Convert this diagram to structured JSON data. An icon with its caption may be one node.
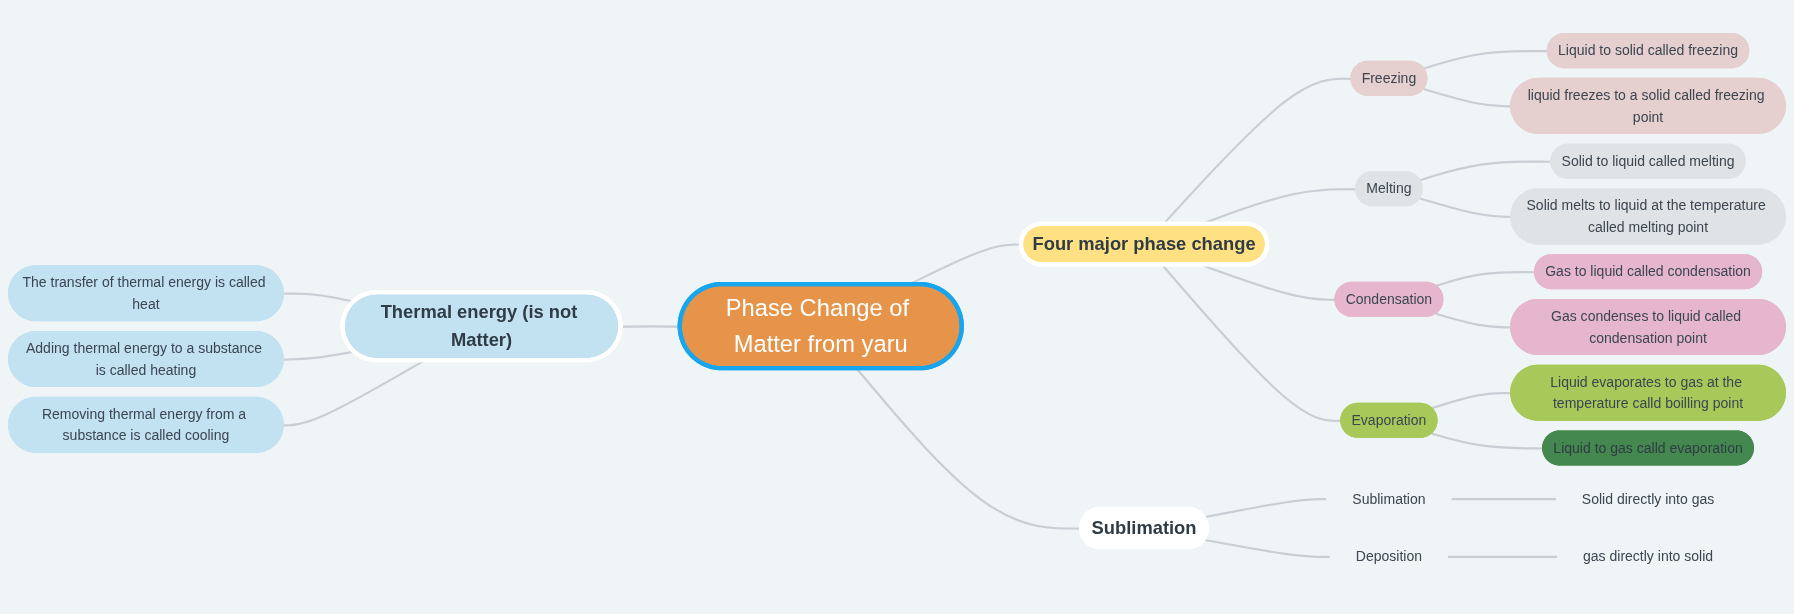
{
  "diagram": {
    "nodes": [
      {
        "text": [
          "Phase Change of Matter from yaru"
        ]
      },
      {
        "text": [
          "Thermal energy (is not Matter)"
        ]
      },
      {
        "text": [
          "The transfer of thermal energy is called heat"
        ]
      },
      {
        "text": [
          "Adding thermal energy to a substance is called heating"
        ]
      },
      {
        "text": [
          "Removing thermal energy from a substance is called cooling"
        ]
      },
      {
        "text": [
          "Four major phase change"
        ]
      },
      {
        "text": [
          "Freezing"
        ]
      },
      {
        "text": [
          "Liquid to solid called freezing"
        ]
      },
      {
        "text": [
          "liquid freezes to a solid called freezing point"
        ]
      },
      {
        "text": [
          "Melting"
        ]
      },
      {
        "text": [
          "Solid to liquid called melting"
        ]
      },
      {
        "text": [
          "Solid melts to liquid at the temperature called melting point"
        ]
      },
      {
        "text": [
          "Condensation"
        ]
      },
      {
        "text": [
          "Gas to liquid called condensation"
        ]
      },
      {
        "text": [
          "Gas condenses to liquid called condensation point"
        ]
      },
      {
        "text": [
          "Evaporation"
        ]
      },
      {
        "text": [
          "Liquid evaporates to gas at the temperature calld boilling point"
        ]
      },
      {
        "text": [
          "Liquid to gas calld evaporation"
        ]
      },
      {
        "text": [
          "Sublimation"
        ]
      },
      {
        "text": [
          "Sublimation"
        ]
      },
      {
        "text": [
          "Solid directly into gas"
        ]
      },
      {
        "text": [
          "Deposition"
        ]
      },
      {
        "text": [
          "gas directly into solid"
        ]
      }
    ],
    "edges": [
      {
        "from": 2,
        "to": 1,
        "arrow": "none"
      },
      {
        "from": 3,
        "to": 1,
        "arrow": "none"
      },
      {
        "from": 4,
        "to": 1,
        "arrow": "none"
      },
      {
        "from": 1,
        "to": 0,
        "arrow": "none"
      },
      {
        "from": 0,
        "to": 5,
        "arrow": "none"
      },
      {
        "from": 5,
        "to": 6,
        "arrow": "none"
      },
      {
        "from": 6,
        "to": 7,
        "arrow": "none"
      },
      {
        "from": 6,
        "to": 8,
        "arrow": "none"
      },
      {
        "from": 5,
        "to": 9,
        "arrow": "none"
      },
      {
        "from": 9,
        "to": 10,
        "arrow": "none"
      },
      {
        "from": 9,
        "to": 11,
        "arrow": "none"
      },
      {
        "from": 5,
        "to": 12,
        "arrow": "none"
      },
      {
        "from": 12,
        "to": 13,
        "arrow": "none"
      },
      {
        "from": 12,
        "to": 14,
        "arrow": "none"
      },
      {
        "from": 5,
        "to": 15,
        "arrow": "none"
      },
      {
        "from": 15,
        "to": 16,
        "arrow": "none"
      },
      {
        "from": 15,
        "to": 17,
        "arrow": "none"
      },
      {
        "from": 0,
        "to": 18,
        "arrow": "none"
      },
      {
        "from": 18,
        "to": 19,
        "arrow": "none"
      },
      {
        "from": 19,
        "to": 20,
        "arrow": "none"
      },
      {
        "from": 18,
        "to": 21,
        "arrow": "none"
      },
      {
        "from": 21,
        "to": 22,
        "arrow": "none"
      }
    ]
  }
}
